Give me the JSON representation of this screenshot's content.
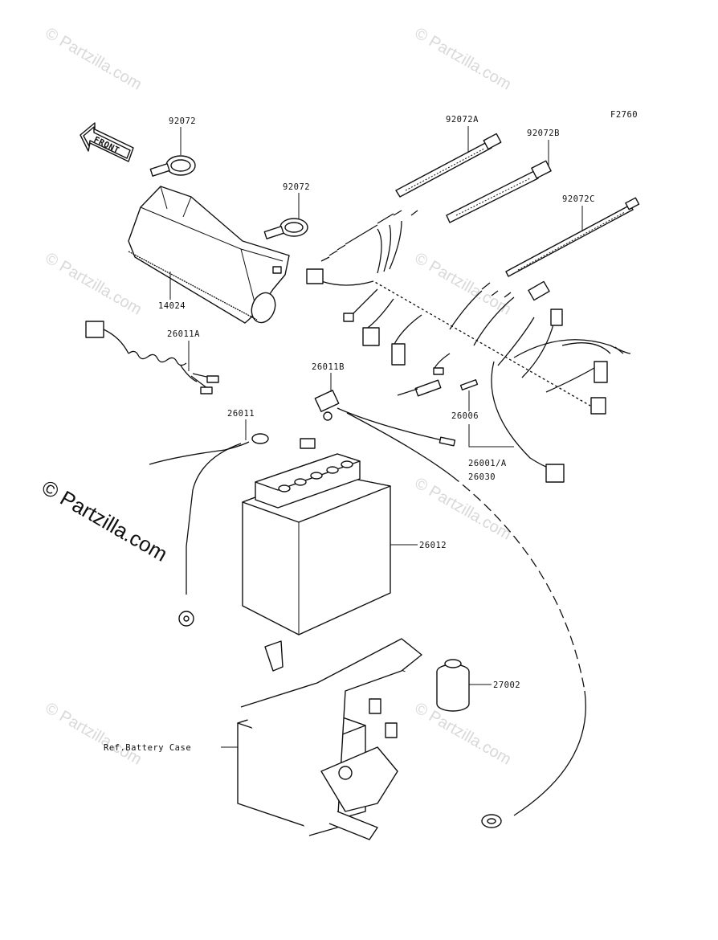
{
  "figure_code": "F2760",
  "front_label": "FRONT",
  "watermark": "© Partzilla.com",
  "watermark_main": "© Partzilla.com",
  "callouts": {
    "c92072_top": "92072",
    "c92072_mid": "92072",
    "c92072A": "92072A",
    "c92072B": "92072B",
    "c92072C": "92072C",
    "c14024": "14024",
    "c26011A": "26011A",
    "c26011B": "26011B",
    "c26011": "26011",
    "c26006": "26006",
    "c26001A": "26001/A",
    "c26030": "26030",
    "c26012": "26012",
    "c27002": "27002",
    "c_battery_case": "Ref.Battery Case"
  },
  "colors": {
    "ink": "#111111",
    "watermark": "#d9d9d9"
  }
}
